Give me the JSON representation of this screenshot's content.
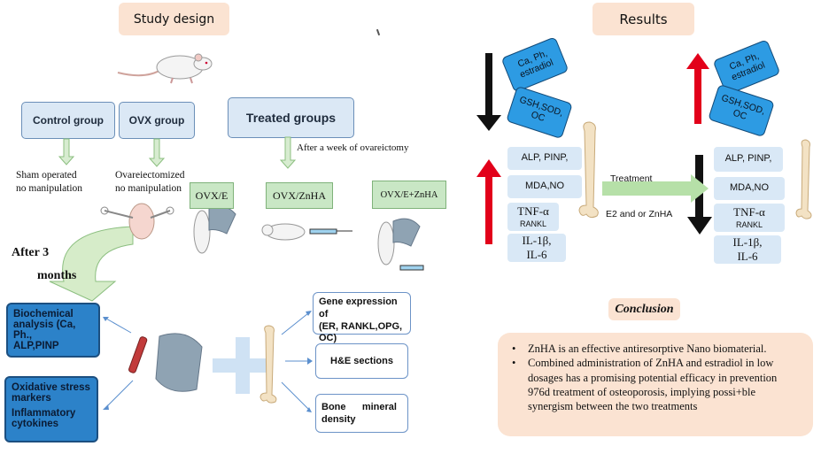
{
  "study_design": {
    "title": "Study design",
    "groups": {
      "control": "Control group",
      "ovx": "OVX group",
      "treated": "Treated groups"
    },
    "after_week": "After a week of ovareictomy",
    "sham_line1": "Sham operated",
    "sham_line2": "no manipulation",
    "ovx_line1": "Ovareiectomized",
    "ovx_line2": "no manipulation",
    "subgroups": [
      "OVX/E",
      "OVX/ZnHA",
      "OVX/E+ZnHA"
    ],
    "after_3": "After 3",
    "months": "months",
    "biochem_line1": "Biochemical",
    "biochem_line2": "analysis (Ca, Ph.,",
    "biochem_line3": "ALP,PINP",
    "oxid_line1": "Oxidative stress",
    "oxid_line2": "markers",
    "inflam_line1": "Inflammatory",
    "inflam_line2": "cytokines",
    "gene_line1": "Gene expression of",
    "gene_line2": "(ER, RANKL,OPG,",
    "gene_line3": "OC)",
    "he": "H&E sections",
    "bmd_line1": "Bone      mineral",
    "bmd_line2": "density"
  },
  "results": {
    "title": "Results",
    "tilt_ca": [
      "Ca, Ph,",
      "estradiol"
    ],
    "tilt_gsh": [
      "GSH,SOD,",
      "OC"
    ],
    "left_markers": {
      "alp": "ALP, PINP,",
      "mda": "MDA,NO",
      "tnf": "TNF-α",
      "rankl": "RANKL",
      "il1": "IL-1β,",
      "il6": "IL-6"
    },
    "right_markers": {
      "alp": "ALP, PINP,",
      "mda": "MDA,NO",
      "tnf": "TNF-α",
      "rankl": "RANKL",
      "il1": "IL-1β,",
      "il6": "IL-6"
    },
    "treatment": "Treatment",
    "treatment_sub": "E2 and or ZnHA"
  },
  "conclusion": {
    "title": "Conclusion",
    "bullet1": "ZnHA is an effective antiresorptive Nano biomaterial.",
    "bullet2_line1": "Combined administration of ZnHA and estradiol in low",
    "bullet2_line2": "dosages has a promising potential efficacy in prevention",
    "bullet2_line3": "976d treatment of osteoporosis, implying possi+ble",
    "bullet2_line4": "synergism between the two treatments"
  },
  "colors": {
    "peach": "#fbe3d2",
    "light_blue": "#dbe8f5",
    "green_box": "#c9e7c5",
    "dark_blue": "#2c82c9",
    "red_arrow": "#e2001a",
    "green_arrow": "#b6e0a8"
  }
}
